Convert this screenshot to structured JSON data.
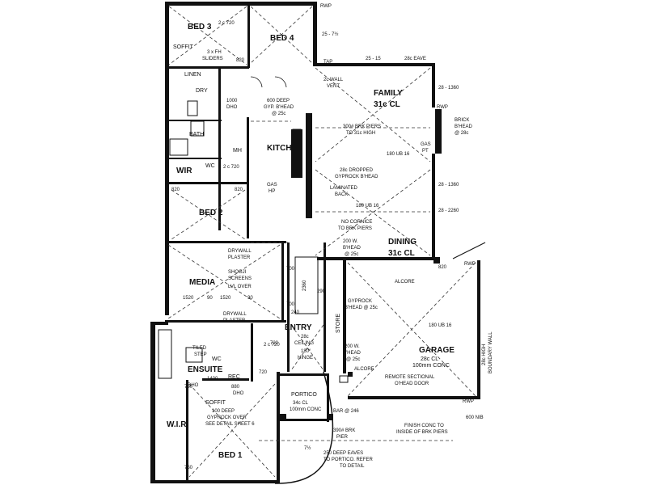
{
  "plan": {
    "rooms": {
      "bed3": "BED 3",
      "bed4": "BED 4",
      "family": "FAMILY",
      "family_ceiling": "31c CL",
      "kitch": "KITCH",
      "bed2": "BED 2",
      "dining": "DINING",
      "dining_ceiling": "31c CL",
      "media": "MEDIA",
      "entry": "ENTRY",
      "garage": "GARAGE",
      "garage_ceiling": "28c CL",
      "garage_floor": "100mm CONC",
      "portico": "PORTICO",
      "portico_ceiling": "34c CL",
      "portico_floor": "100mm CONC",
      "bed1": "BED 1",
      "ensuite": "ENSUITE",
      "wir_top": "WIR",
      "wir_bottom": "W.I.R.",
      "bath": "BATH",
      "linen": "LINEN",
      "dry": "DRY",
      "wc_top": "WC",
      "wc_bottom": "WC",
      "mh": "MH",
      "rec": "REC",
      "store": "STORE",
      "soffit_top": "SOFFIT",
      "soffit_bottom": "SOFFIT"
    },
    "notes": {
      "rwp1": "RWP",
      "dim_25_7_5": "25 - 7½",
      "dim_2c720": "2 c 720",
      "sliders_1": "3 x FH",
      "sliders_2": "SLIDERS",
      "dim_820_a": "820",
      "eave_25_15": "25 - 15",
      "eave_28c": "28c EAVE",
      "dim_28_1360_a": "28 - 1360",
      "wall_vent_1": "2c WALL",
      "wall_vent_2": "VENT",
      "tap": "TAP",
      "dho_1000": "1000",
      "dho_lbl": "DHO",
      "gyp_1": "600 DEEP",
      "gyp_2": "GYP. B'HEAD",
      "gyp_3": "@ 25c",
      "piers_1": "300# BRK PIERS",
      "piers_2": "TO 31c HIGH",
      "rwp2": "RWP",
      "brick_1": "BRICK",
      "brick_2": "B'HEAD",
      "brick_3": "@ 28c",
      "gas_pt_1": "GAS",
      "gas_pt_2": "PT",
      "ub_180_a": "180 UB 16",
      "dropped_1": "28c DROPPED",
      "dropped_2": "GYPROCK B'HEAD",
      "dim_28_1360_b": "28 - 1360",
      "dim_2c720_b": "2 c 720",
      "gas_hp_1": "GAS",
      "gas_hp_2": "HP",
      "dim_820_b": "820",
      "dim_820_c": "820",
      "laminated_1": "LAMINATED",
      "laminated_2": "BACK",
      "ub_180_b": "180 UB 16",
      "dim_28_2260": "28 - 2260",
      "no_cornice_1": "NO CORNICE",
      "no_cornice_2": "TO BRK PIERS",
      "bhead200_1": "200 W.",
      "bhead200_2": "B'HEAD",
      "bhead200_3": "@ 25c",
      "rwp3": "RWP",
      "dim_820_d": "820",
      "drywall_1": "DRYWALL",
      "drywall_2": "PLASTER",
      "shoji_1": "SHOGJI",
      "shoji_2": "SCREENS",
      "shoji_3": "LVL OVER",
      "dim_700_a": "700",
      "dim_2360": "2360",
      "dim_290": "290",
      "dim_1520_a": "1520",
      "dim_90_a": "90",
      "dim_1520_b": "1520",
      "dim_90_b": "90",
      "dim_700_b": "700",
      "dim_240": "240",
      "drywall_3": "DRYWALL",
      "drywall_4": "PLASTER",
      "alcore_1": "ALCORE",
      "gyprock_1": "GYPROCK",
      "gyprock_2": "B'HEAD @ 25c",
      "ub_180_c": "180 UB 16",
      "boundary_1": "28c HIGH",
      "boundary_2": "BOUNDARY WALL",
      "entry_ceiling_1": "28c",
      "entry_ceiling_2": "CEILING",
      "hinge_1": "180°",
      "hinge_2": "HINGE",
      "bhead200_4": "200 W.",
      "bhead200_5": "B'HEAD",
      "bhead200_6": "@ 25c",
      "alcore_2": "ALCORE",
      "remote_1": "REMOTE SECTIONAL",
      "remote_2": "O'HEAD DOOR",
      "dim_720": "720",
      "tiled_1": "TILED",
      "tiled_2": "STEP",
      "dim_1400": "1400",
      "dho_2": "DHO",
      "dho_3": "DHO",
      "dim_750": "750",
      "dim_880": "880",
      "dim_720_b": "720",
      "rwp4": "RWP",
      "dim_600_nib": "600 NIB",
      "deep_100_1": "100 DEEP",
      "deep_100_2": "GYPROCK OVER",
      "deep_100_3": "SEE DETAIL SHEET 6",
      "bar_246": "BAR @ 246",
      "finish_1": "FINISH CONC TO",
      "finish_2": "INSIDE OF BRK PIERS",
      "brk_pier_1": "390# BRK",
      "brk_pier_2": "PIER",
      "dim_7_5": "7½",
      "eaves_1": "250 DEEP EAVES",
      "eaves_2": "TO PORTICO. REFER",
      "eaves_3": "TO DETAIL",
      "dim_750_b": "750",
      "dim_2c720_c": "2 c 720"
    }
  }
}
